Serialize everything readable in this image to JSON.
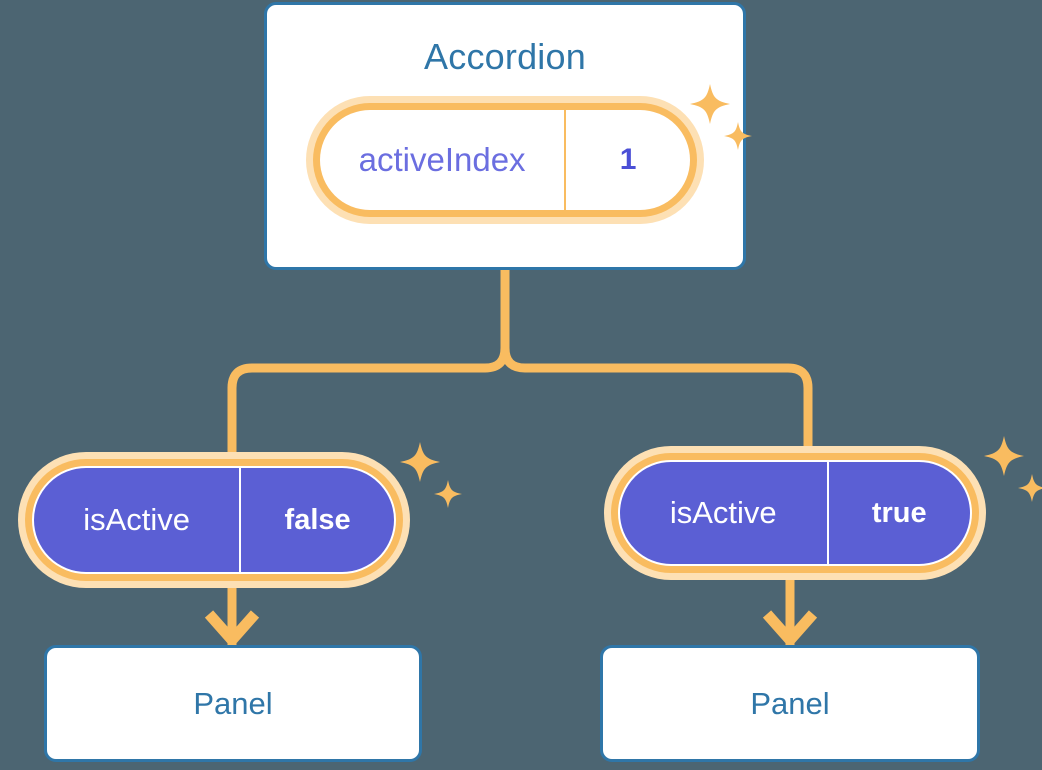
{
  "theme": {
    "background": "#4c6572",
    "card_border": "#2f76a8",
    "card_fill": "#ffffff",
    "title_text": "#2f76a8",
    "accent_orange": "#f9bc60",
    "accent_orange_glow": "#fde0b4",
    "indigo_fill": "#5b5fd4",
    "indigo_key_text": "#6b6ee0",
    "indigo_value_text": "#4b4fd6",
    "pill_text_on_indigo": "#ffffff"
  },
  "diagram": {
    "type": "component-state-tree",
    "root": {
      "title": "Accordion",
      "state": {
        "key": "activeIndex",
        "value": "1"
      }
    },
    "children": [
      {
        "state": {
          "key": "isActive",
          "value": "false"
        },
        "panel": {
          "title": "Panel"
        }
      },
      {
        "state": {
          "key": "isActive",
          "value": "true"
        },
        "panel": {
          "title": "Panel"
        }
      }
    ]
  },
  "decorations": {
    "sparkle_icon": "sparkle-four-point-star",
    "arrow_icon": "arrow-down",
    "count": 3
  }
}
